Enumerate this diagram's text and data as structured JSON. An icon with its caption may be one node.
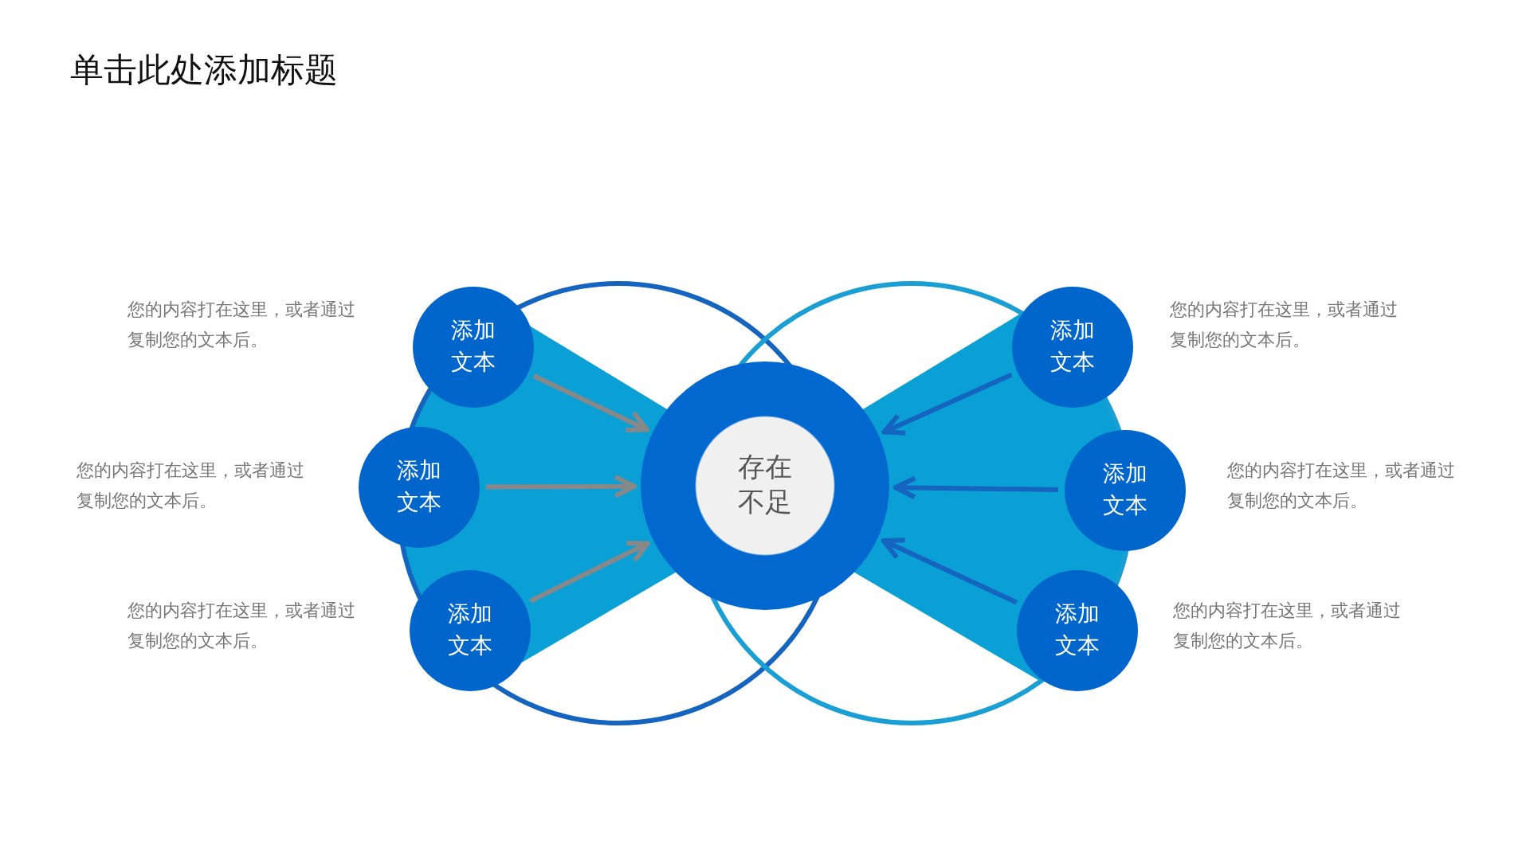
{
  "diagram": {
    "title": "单击此处添加标题",
    "nodes": [
      {
        "text": [
          "添加文本"
        ],
        "beside": [
          "您的内容打在这里，或者通过复制您的文本后。"
        ]
      },
      {
        "text": [
          "添加文本"
        ],
        "beside": [
          "您的内容打在这里，或者通过复制您的文本后。"
        ]
      },
      {
        "text": [
          "添加文本"
        ],
        "beside": [
          "您的内容打在这里，或者通过复制您的文本后。"
        ]
      },
      {
        "text": [
          "存在不足"
        ]
      },
      {
        "text": [
          "添加文本"
        ],
        "beside": [
          "您的内容打在这里，或者通过复制您的文本后。"
        ]
      },
      {
        "text": [
          "添加文本"
        ],
        "beside": [
          "您的内容打在这里，或者通过复制您的文本后。"
        ]
      },
      {
        "text": [
          "添加文本"
        ],
        "beside": [
          "您的内容打在这里，或者通过复制您的文本后。"
        ]
      }
    ],
    "edges": [
      {
        "from": 0,
        "to": 3,
        "arrow": "to",
        "color": "#888888"
      },
      {
        "from": 1,
        "to": 3,
        "arrow": "to",
        "color": "#888888"
      },
      {
        "from": 2,
        "to": 3,
        "arrow": "to",
        "color": "#888888"
      },
      {
        "from": 4,
        "to": 3,
        "arrow": "to",
        "color": "#1565c0"
      },
      {
        "from": 5,
        "to": 3,
        "arrow": "to",
        "color": "#1565c0"
      },
      {
        "from": 6,
        "to": 3,
        "arrow": "to",
        "color": "#1565c0"
      }
    ]
  }
}
